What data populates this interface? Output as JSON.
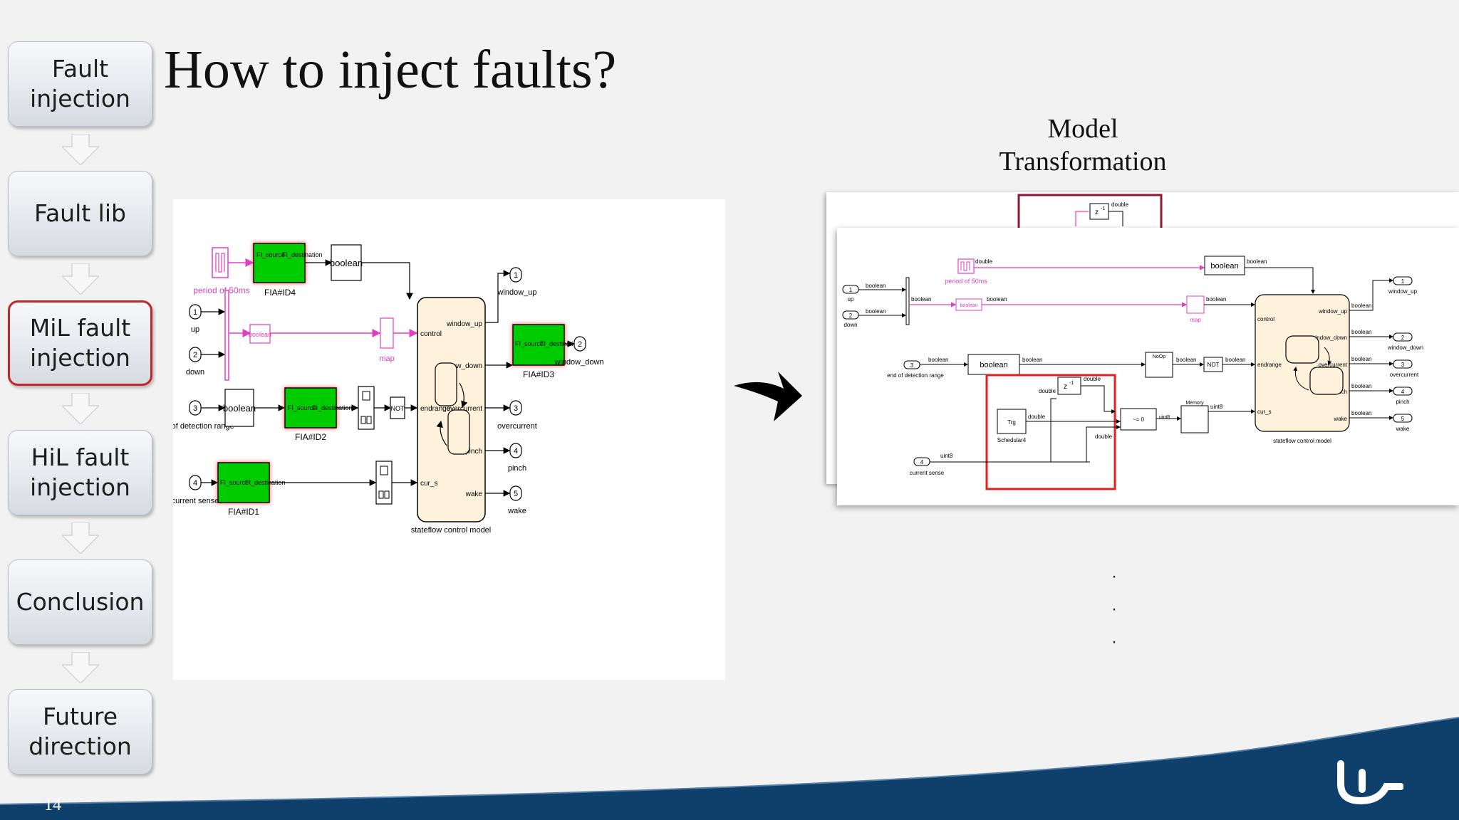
{
  "slide": {
    "title": "How to inject faults?",
    "page_number": "14",
    "side_title": "Model\nTransformation"
  },
  "nav": [
    {
      "label": "Fault\ninjection"
    },
    {
      "label": "Fault lib"
    },
    {
      "label": "MiL fault\ninjection",
      "active": true
    },
    {
      "label": "HiL fault\ninjection"
    },
    {
      "label": "Conclusion"
    },
    {
      "label": "Future\ndirection"
    }
  ],
  "left_diagram": {
    "pulse_label": "period of 50ms",
    "fi_source": "FI_source",
    "fi_destination": "FI_destination",
    "fia4": "FIA#ID4",
    "fia3": "FIA#ID3",
    "fia2": "FIA#ID2",
    "fia1": "FIA#ID1",
    "boolean": "boolean",
    "map": "map",
    "not": "NOT",
    "in1_num": "1",
    "in1": "up",
    "in2_num": "2",
    "in2": "down",
    "in3_num": "3",
    "in3": "end of detection range",
    "in4_num": "4",
    "in4": "current sense",
    "out1_num": "1",
    "out1": "window_up",
    "out2_num": "2",
    "out2": "window_down",
    "out3_num": "3",
    "out3": "overcurrent",
    "out4_num": "4",
    "out4": "pinch",
    "out5_num": "5",
    "out5": "wake",
    "port_control": "control",
    "port_endrange": "endrange",
    "port_cur_s": "cur_s",
    "port_window_up": "window_up",
    "port_window_down": "window_down",
    "port_overcurrent": "overcurrent",
    "port_pinch": "pinch",
    "port_wake": "wake",
    "stateflow": "stateflow control model"
  },
  "right_diagram": {
    "delay": "z",
    "delay_exp": "-1",
    "double": "double",
    "boolean": "boolean",
    "uint8": "uint8",
    "pulse_label": "period of 50ms",
    "map": "map",
    "not": "NOT",
    "noop": "NoOp",
    "memory": "Memory",
    "trg": "Trg",
    "scheduler": "Schedular4",
    "switch_label": "~= 0",
    "in1_num": "1",
    "in1": "up",
    "in2_num": "2",
    "in2": "down",
    "in3_num": "3",
    "in3": "end of detection range",
    "in4_num": "4",
    "in4": "current sense",
    "out1_num": "1",
    "out1": "window_up",
    "out2_num": "2",
    "out2": "window_down",
    "out3_num": "3",
    "out3": "overcurrent",
    "out4_num": "4",
    "out4": "pinch",
    "out5_num": "5",
    "out5": "wake",
    "port_control": "control",
    "port_endrange": "endrange",
    "port_cur_s": "cur_s",
    "port_window_up": "window_up",
    "port_window_down": "window_down",
    "port_overcurrent": "overcurrent",
    "port_pinch": "pinch",
    "port_wake": "wake",
    "stateflow": "stateflow control model"
  },
  "colors": {
    "accent_red": "#c0262b",
    "fia_green": "#00cc00",
    "signal_pink": "#e040c0",
    "footer_navy": "#0f3f6b",
    "stateflow_fill": "#fff2dd"
  },
  "icons": [
    "chevron-down-icon",
    "curved-arrow-icon",
    "university-logo-icon"
  ]
}
